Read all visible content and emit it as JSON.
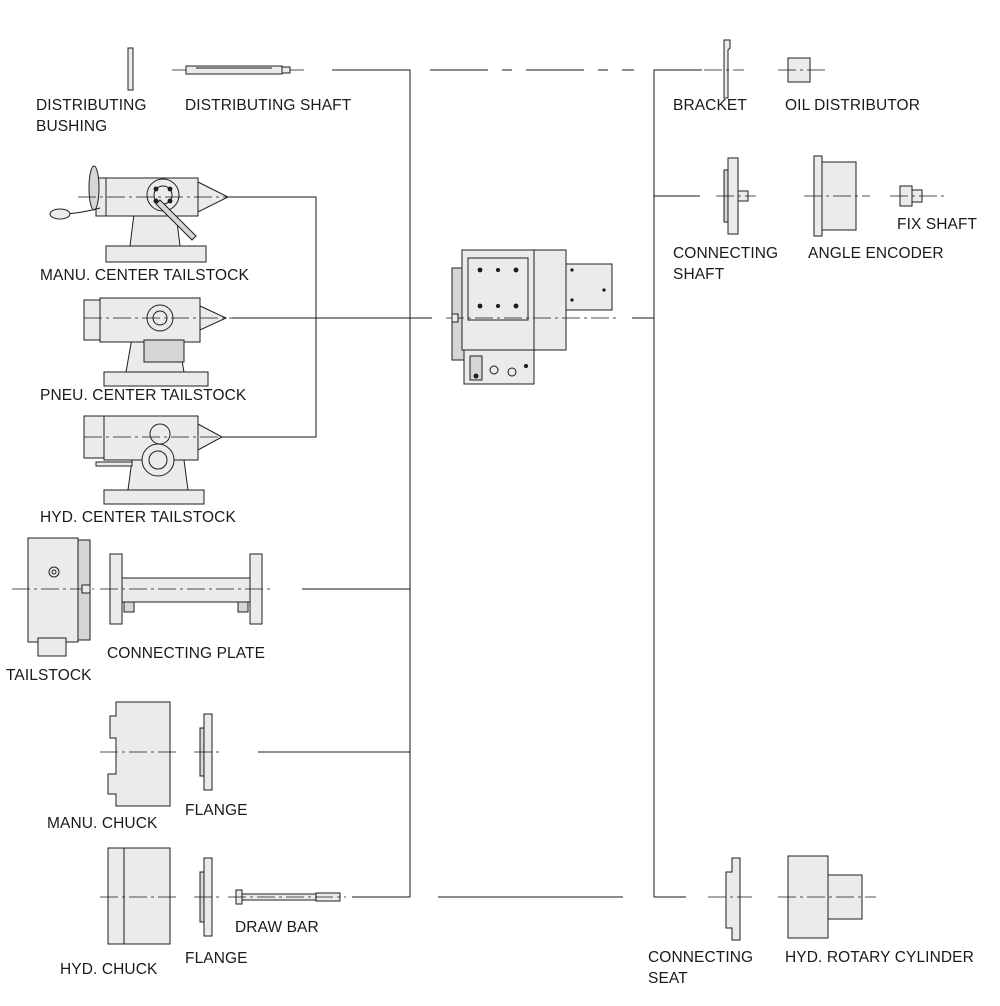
{
  "labels": {
    "distributing_bushing": "DISTRIBUTING BUSHING",
    "distributing_bushing_l1": "DISTRIBUTING",
    "distributing_bushing_l2": "BUSHING",
    "distributing_shaft": "DISTRIBUTING SHAFT",
    "manu_center_tailstock": "MANU. CENTER TAILSTOCK",
    "pneu_center_tailstock": "PNEU. CENTER TAILSTOCK",
    "hyd_center_tailstock": "HYD. CENTER TAILSTOCK",
    "tailstock": "TAILSTOCK",
    "connecting_plate": "CONNECTING PLATE",
    "manu_chuck": "MANU. CHUCK",
    "flange_1": "FLANGE",
    "hyd_chuck": "HYD. CHUCK",
    "flange_2": "FLANGE",
    "draw_bar": "DRAW BAR",
    "bracket": "BRACKET",
    "oil_distributor": "OIL DISTRIBUTOR",
    "connecting_shaft_l1": "CONNECTING",
    "connecting_shaft_l2": "SHAFT",
    "angle_encoder": "ANGLE ENCODER",
    "fix_shaft": "FIX SHAFT",
    "connecting_seat_l1": "CONNECTING",
    "connecting_seat_l2": "SEAT",
    "hyd_rotary_cylinder": "HYD. ROTARY CYLINDER"
  },
  "colors": {
    "line": "#1a1a1a",
    "part_fill": "#ebebeb",
    "part_shade": "#d6d6d6",
    "background": "#ffffff"
  }
}
